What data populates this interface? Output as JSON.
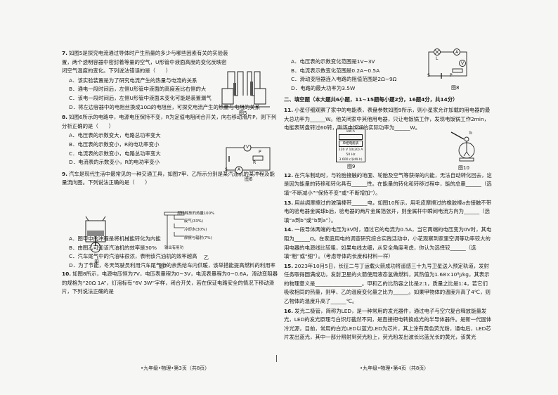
{
  "left": {
    "q7": {
      "num": "7.",
      "stem": "如图5是探究电流通过导体时产生热量的多少与哪些因素有关的实验装置，两个透明容器中密封着等量的空气，U形管中液面高度的变化反映密闭空气温度的变化。下列说法错误的是（　　）",
      "options": [
        "A．该实验装置是为了研究电流产生的热量与电流的关系",
        "B．通电一段时间后，左侧U形管中液面的高度差比右侧的大",
        "C．该电一段时间后，左侧U形管中液面未变化可能是装置漏气",
        "D．将左边容器中的电阻丝换成10Ω的电阻丝，可探究电流产生的热量与电阻的关系"
      ],
      "fig": "图5"
    },
    "q8": {
      "num": "8.",
      "stem": "如图6所示的电路中，电源电压保持不变，R为定值电阻闭合开关，向右移动滑片P，则下列分析正确的是（　　）",
      "options": [
        "A．电压表的示数变大，电路总功率变大",
        "B．电压表的示数变小，R的电功率变小",
        "C．电流表的示数变小，电路总功率变大",
        "D．电流表的示数变小，R的电功率变小"
      ],
      "fig": "图6",
      "labels": {
        "v": "V",
        "a": "A",
        "r": "R",
        "p": "P",
        "s": "S"
      }
    },
    "q9": {
      "num": "9.",
      "stem": "汽车是现代生活中最常见的一种交通工具，如图7甲、乙所示分别是某汽油机的某冲程及能量流向图。下列说法正确的是（　　）",
      "energy": {
        "total": "燃料释放的热量100%",
        "exhaust": "废气(33%)",
        "cooling": "冷却水(30%)",
        "friction": "摩擦与辐射(7%)",
        "useful": "输出有用功"
      },
      "sub_a": "甲",
      "sub_b": "乙",
      "fig": "图7",
      "options": [
        "A．图甲中的冲程是将机械能转化为内能",
        "B．由图乙可知该汽油机的效率是30%",
        "C．汽车尾气中的汽油味很浓，表明该汽油机的效率越高",
        "D．为了节能，冬天驾驶员利用汽车尾气中的余热给车内供暖，该举措能提高燃料的利用率"
      ]
    },
    "q10": {
      "num": "10.",
      "stem": "如图8所示，电源电压恒为7V，电压表量程为0~3V，电流表量程为0~0.6A，滑动变阻器的规格为“20Ω 1A”，灯泡标有“6V 3W”字样，闭合开关，若在保证电路安全的情况下移动滑片，下列说法正确的是"
    },
    "footer": "•九年级•物理•第3页（共8页）"
  },
  "right": {
    "q10_options": [
      "A．电压表的示数变化范围是1V~3V",
      "B．电流表示数变化范围是0.2A~0.5A",
      "C．滑动变阻器连入电路的阻值范围是2Ω~9Ω",
      "D．电路的最大功率为3.5W"
    ],
    "fig8": "图8",
    "fig8_labels": {
      "l": "L",
      "a": "A",
      "v": "V",
      "s": "S",
      "p": "P"
    },
    "section2": "二、填空题（本大题共6小题，11~15题每小题2分，16题4分，共14分）",
    "q11": {
      "num": "11.",
      "stem": "小星仔细观察了家中的电能表，表盘参数如图9所示，则小星家允许加载的用电器的最大总功率为______W。他关闭家中其他用电器，只让电饭锅工作，发现电饭锅工作2min，电能表转盘转过60转，则该电饭锅的实际功率为______W。",
      "meter": {
        "unit": "kW·h",
        "type": "单相电能表",
        "spec1": "220 V 10(20) A 50 Hz",
        "spec2": "3 600 r/(kW·h)"
      },
      "fig9": "图9",
      "fig10": "图10",
      "fig10_label": "b"
    },
    "q12": {
      "num": "12.",
      "stem": "在汽车制动时，与轮胎接触的地面、轮胎及空气等获得的内能，无法自动转化回去，这是因为能量的转移和转化具有______性。在能量的转化和转移过程中，能的总量______（选填“不断减小”“保持不变”或“不断增加”）。"
    },
    "q13": {
      "num": "13.",
      "stem": "用丝绸摩擦过的玻璃棒带______电，如图10所示，用毛皮摩擦过的橡胶棒a去接触不带电的验电器金属球b后，验电器的两片金属箔张开，则金属杆中瞬间电流方向为______（选填“a到b”或“b到a”）。"
    },
    "q14": {
      "num": "14.",
      "stem": "一段导体两端的电压为3V时，通过它的电流为0.5A，当它两端的电压变为0V时，其电阻为______Ω。在家庭用电的调查研究综合实践活动中，小花观察到家里空调等功率较大的用电器的电源线比较粗，如果电线太细，从安全角度考虑，你认为选择较______（选填“粗”或“细”）。（考虑导体的长度和材料一样）"
    },
    "q15": {
      "num": "15.",
      "stem": "2023年10月5日，长征二号丁运载火箭成功将遥感三十九号卫星送入预定轨道，发射任务取得圆满成功，发射卫星的火箭使用液态氢做燃料，其热值为1.68×10⁸J/kg，其表示的物理意义是__________________。甲和乙的比热容之比是2:1，质量之比是1:4，若它们吸收相同的热量，则甲、乙的温度变化量之比为______。如果甲物体的温度升高了4℃，则乙物体的温度升高了______℃。"
    },
    "q16": {
      "num": "16.",
      "stem": "发光二极管，简称为LED，是一种常用的发光器件，通过电子与空穴复合释放能量发光，LED的发光原理与白炽灯截然不同，是直接把电转换成光的半导体器件。是新一代固体冷光源，目前，常用的白光LED以蓝光LED为芯片，其上涂有黄色荧光粉，通电后，LED芯片发出蓝光，其中一部分照射到荧光粉上，荧光粉发出波长比蓝光长的黄光，该黄光"
    },
    "footer": "•九年级•物理•第4页（共8页）"
  }
}
